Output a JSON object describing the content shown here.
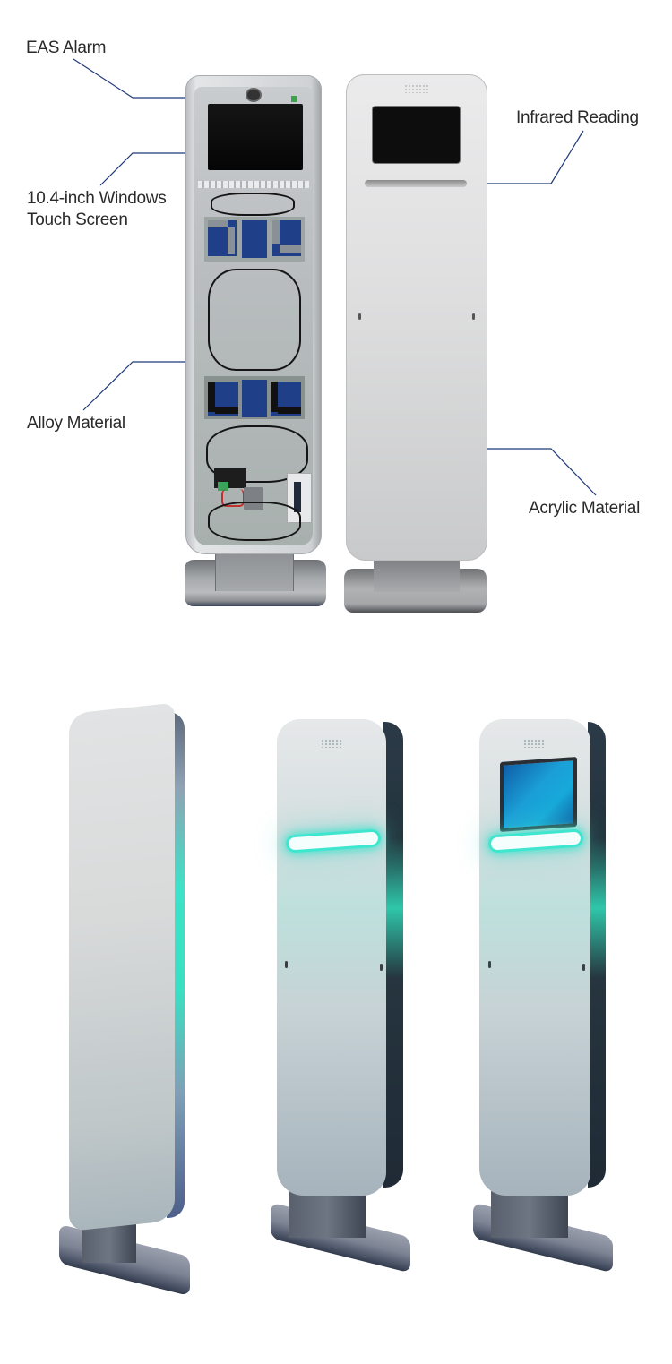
{
  "figure": {
    "title": "EAS security gate with 10.4-inch Windows touch screen — component breakdown and lit product views",
    "panels": [
      {
        "id": "open-cabinet",
        "description": "Rear view of gate with cover removed showing internals"
      },
      {
        "id": "closed-cabinet",
        "description": "Front view of gate with acrylic cover and screen"
      },
      {
        "id": "stand-plain",
        "description": "Gate without screen or light bar, side glow strip"
      },
      {
        "id": "stand-lightbar",
        "description": "Gate with cyan infrared light bar"
      },
      {
        "id": "stand-screen",
        "description": "Gate with Windows touch screen and cyan light bar"
      }
    ]
  },
  "callouts": {
    "eas_alarm": "EAS Alarm",
    "touch_screen_line1": "10.4-inch Windows",
    "touch_screen_line2": "Touch Screen",
    "alloy_material": "Alloy Material",
    "infrared_reading": "Infrared Reading",
    "acrylic_material": "Acrylic Material"
  },
  "colors": {
    "callout_line": "#1f3a7a",
    "label_text": "#2a2a2a",
    "glow": "#3ee6cf",
    "screen_blue": "#1b9fd7"
  }
}
